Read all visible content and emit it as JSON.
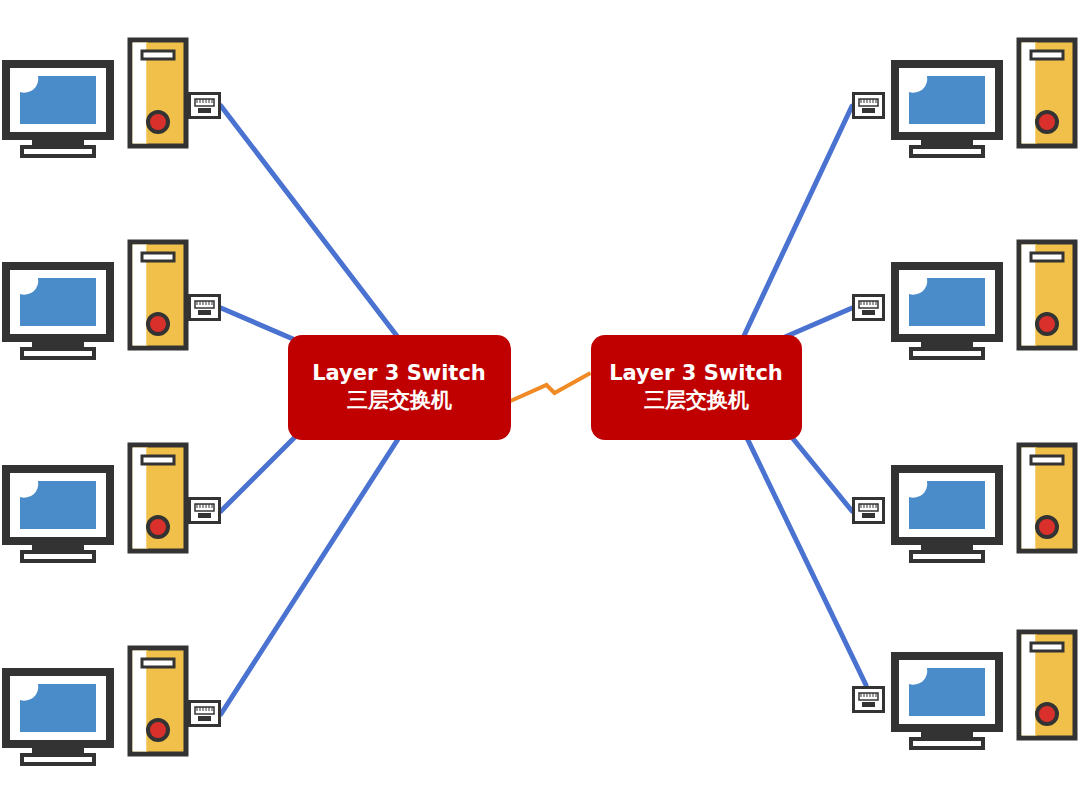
{
  "diagram": {
    "nodes": [
      {
        "text": [
          "Layer 3 Switch",
          "三层交换机"
        ]
      },
      {
        "text": [
          "Layer 3 Switch",
          "三层交换机"
        ]
      }
    ],
    "edges": [
      {
        "from": 0,
        "to": 1,
        "arrow": "none"
      }
    ]
  }
}
